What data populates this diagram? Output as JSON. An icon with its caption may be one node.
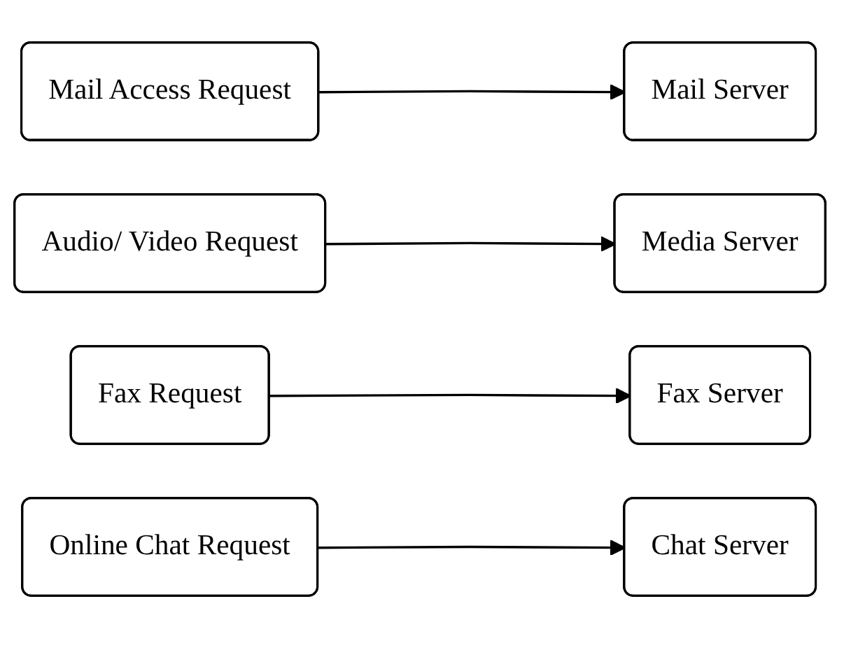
{
  "diagram": {
    "nodes": [
      {
        "text": [
          "Mail Access Request"
        ]
      },
      {
        "text": [
          "Mail Server"
        ]
      },
      {
        "text": [
          "Audio/ Video Request"
        ]
      },
      {
        "text": [
          "Media Server"
        ]
      },
      {
        "text": [
          "Fax Request"
        ]
      },
      {
        "text": [
          "Fax Server"
        ]
      },
      {
        "text": [
          "Online Chat Request"
        ]
      },
      {
        "text": [
          "Chat Server"
        ]
      }
    ],
    "edges": [
      {
        "from": 0,
        "to": 1,
        "arrow": "to"
      },
      {
        "from": 2,
        "to": 3,
        "arrow": "to"
      },
      {
        "from": 4,
        "to": 5,
        "arrow": "to"
      },
      {
        "from": 6,
        "to": 7,
        "arrow": "to"
      }
    ]
  }
}
